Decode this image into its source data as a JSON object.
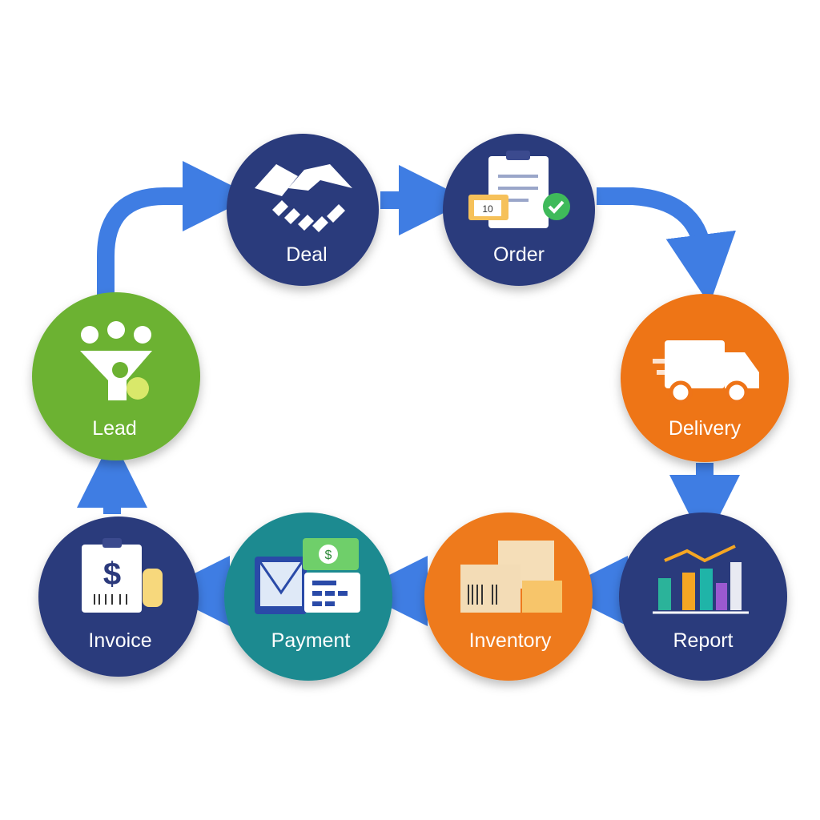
{
  "nodes": {
    "deal": {
      "label": "Deal",
      "color": "#2c3a7c"
    },
    "order": {
      "label": "Order",
      "color": "#2c3a7c",
      "icon_text": "10"
    },
    "delivery": {
      "label": "Delivery",
      "color": "#ee7418"
    },
    "report": {
      "label": "Report",
      "color": "#2c3a7c"
    },
    "inventory": {
      "label": "Inventory",
      "color": "#ee7a1c"
    },
    "payment": {
      "label": "Payment",
      "color": "#1f8a90"
    },
    "invoice": {
      "label": "Invoice",
      "color": "#2c3a7c",
      "icon_text": "$"
    },
    "lead": {
      "label": "Lead",
      "color": "#6cb232"
    }
  },
  "arrow_color": "#3f7de3"
}
